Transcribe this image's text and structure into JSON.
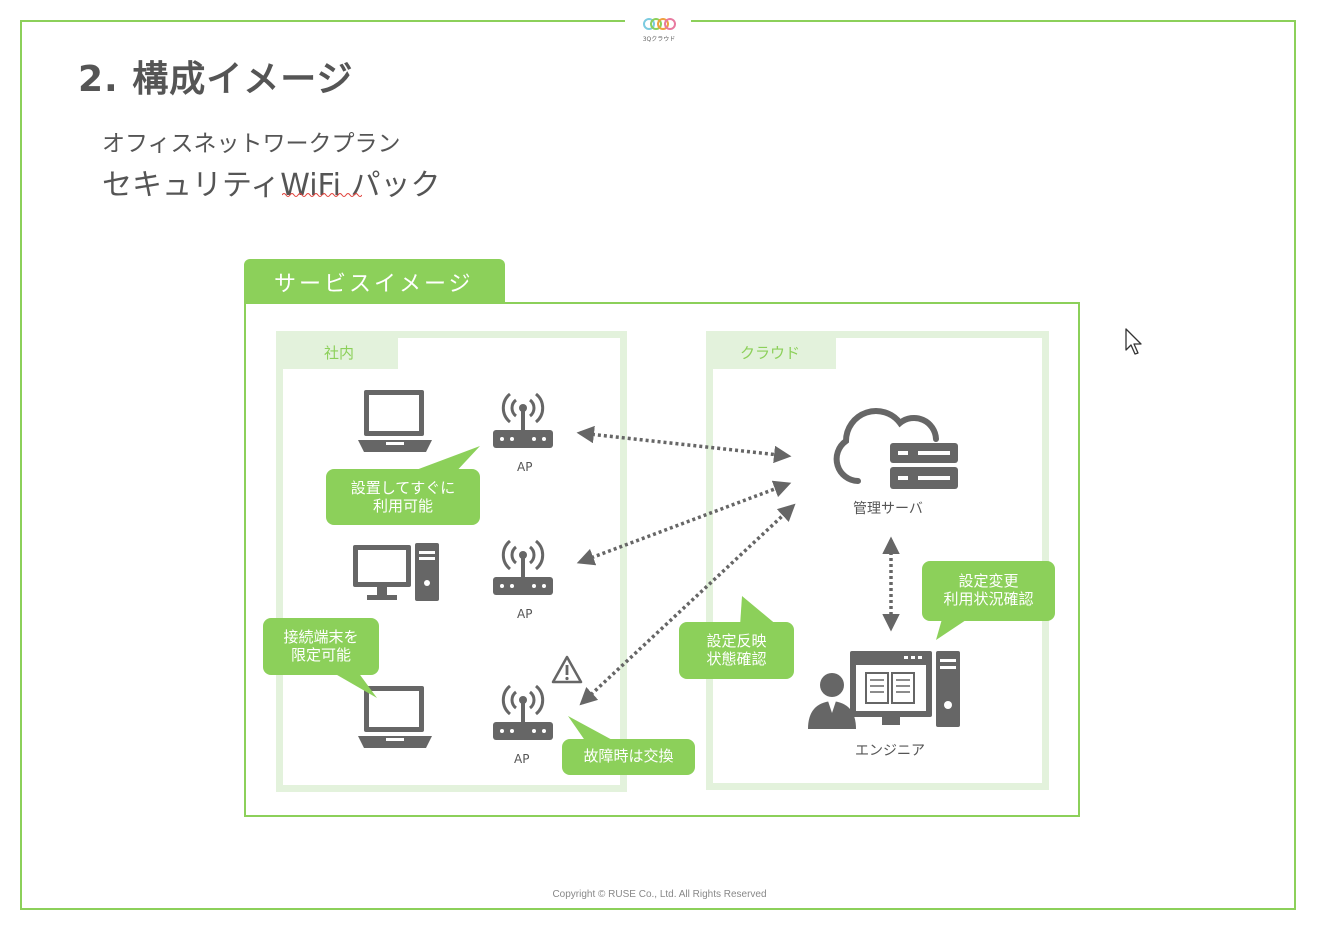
{
  "page": {
    "logo_text": "3Qクラウド",
    "title": "2. 構成イメージ",
    "subtitle_1": "オフィスネットワークプラン",
    "subtitle_2": "セキュリティWiFi パック",
    "copyright": "Copyright © RUSE Co., Ltd. All Rights Reserved"
  },
  "diagram": {
    "service_tab": "サービスイメージ",
    "zone_office": "社内",
    "zone_cloud": "クラウド",
    "ap_labels": [
      "AP",
      "AP",
      "AP"
    ],
    "server_label": "管理サーバ",
    "engineer_label": "エンジニア",
    "bubbles": {
      "ready_line1": "設置してすぐに",
      "ready_line2": "利用可能",
      "limit_line1": "接続端末を",
      "limit_line2": "限定可能",
      "replace": "故障時は交換",
      "status_line1": "設定反映",
      "status_line2": "状態確認",
      "config_line1": "設定変更",
      "config_line2": "利用状況確認"
    },
    "colors": {
      "accent": "#8cd05a",
      "zone": "#e3f2dc",
      "icon": "#666666"
    }
  }
}
